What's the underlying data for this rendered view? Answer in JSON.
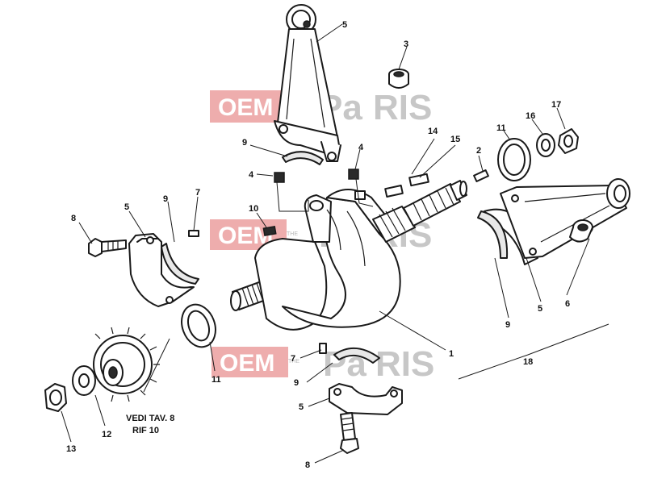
{
  "labels": {
    "l1": "1",
    "l2": "2",
    "l3": "3",
    "l4a": "4",
    "l4b": "4",
    "l5a": "5",
    "l5b": "5",
    "l5c": "5",
    "l5d": "5",
    "l6": "6",
    "l7a": "7",
    "l7b": "7",
    "l8a": "8",
    "l8b": "8",
    "l9a": "9",
    "l9b": "9",
    "l9c": "9",
    "l9d": "9",
    "l10": "10",
    "l11a": "11",
    "l11b": "11",
    "l12": "12",
    "l13": "13",
    "l14": "14",
    "l15": "15",
    "l16": "16",
    "l17": "17",
    "l18": "18"
  },
  "reference": {
    "line1": "VEDI TAV. 8",
    "line2": "RIF 10"
  },
  "watermark": {
    "brand": "OEM",
    "the": "THE",
    "tail1": "Pa",
    "tail2": "RIS",
    "colors": {
      "box": "#e06a6a",
      "gray": "#9a9a9a"
    }
  }
}
